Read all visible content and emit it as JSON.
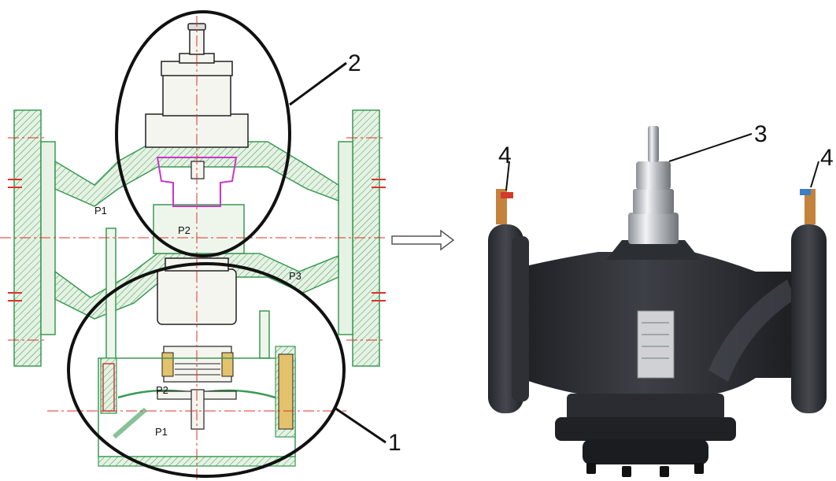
{
  "left_drawing": {
    "zone_labels": {
      "p1_left": "P1",
      "p2_upper": "P2",
      "p3": "P3",
      "p2_lower": "P2",
      "p1_lower": "P1"
    },
    "callouts": {
      "upper": "2",
      "lower": "1"
    }
  },
  "right_photo": {
    "callouts": {
      "top": "3",
      "left": "4",
      "right": "4"
    }
  },
  "colors": {
    "hatch": "#3a9a54",
    "body_fill": "#e6f2e4",
    "axis": "#e0302a",
    "accent": "#cc33cc",
    "valve_body": "#2b2e33"
  }
}
